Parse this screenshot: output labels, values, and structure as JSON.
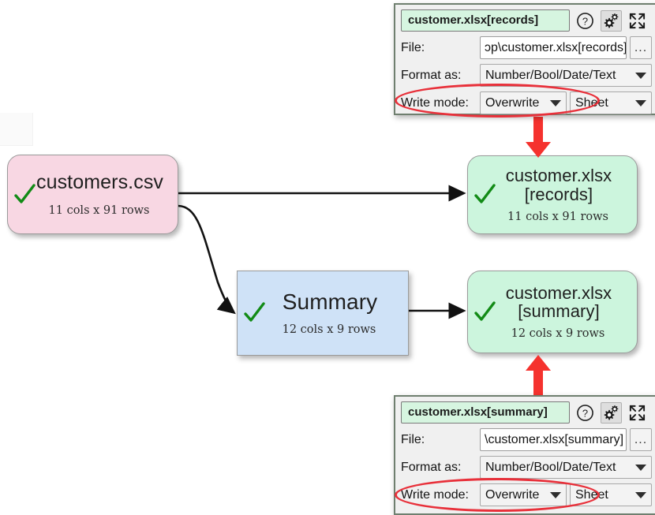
{
  "app": {
    "canvas_background": "#ffffff",
    "accent_red": "#f5322e",
    "annotation_red": "#e8303a",
    "check_green": "#128b16"
  },
  "nodes": [
    {
      "id": "customers-csv",
      "title": "customers.csv",
      "subtitle": "11 cols x 91 rows",
      "status_icon": "check-icon",
      "color": "#f8d7e3",
      "shape": "rounded"
    },
    {
      "id": "customer-xlsx-records",
      "title": "customer.xlsx\n[records]",
      "title_line1": "customer.xlsx",
      "title_line2": "[records]",
      "subtitle": "11 cols x 91 rows",
      "status_icon": "check-icon",
      "color": "#ccf5dd",
      "shape": "rounded"
    },
    {
      "id": "summary",
      "title": "Summary",
      "subtitle": "12 cols x 9 rows",
      "status_icon": "check-icon",
      "color": "#cfe2f7",
      "shape": "rectangle"
    },
    {
      "id": "customer-xlsx-summary",
      "title_line1": "customer.xlsx",
      "title_line2": "[summary]",
      "subtitle": "12 cols x 9 rows",
      "status_icon": "check-icon",
      "color": "#ccf5dd",
      "shape": "rounded"
    }
  ],
  "panels": [
    {
      "id": "records-panel",
      "title": "customer.xlsx[records]",
      "header_icons": [
        "help-icon",
        "gears-icon",
        "expand-icon"
      ],
      "rows": [
        {
          "label": "File:",
          "value": "ɔp\\customer.xlsx[records]",
          "browse_label": "..."
        },
        {
          "label": "Format as:",
          "value": "Number/Bool/Date/Text"
        },
        {
          "label": "Write mode:",
          "value": "Overwrite",
          "value2": "Sheet"
        }
      ]
    },
    {
      "id": "summary-panel",
      "title": "customer.xlsx[summary]",
      "header_icons": [
        "help-icon",
        "gears-icon",
        "expand-icon"
      ],
      "rows": [
        {
          "label": "File:",
          "value": "\\customer.xlsx[summary]",
          "browse_label": "..."
        },
        {
          "label": "Format as:",
          "value": "Number/Bool/Date/Text"
        },
        {
          "label": "Write mode:",
          "value": "Overwrite",
          "value2": "Sheet"
        }
      ]
    }
  ],
  "annotations": {
    "ellipse_top_target": "Write mode: Overwrite Sheet",
    "ellipse_bottom_target": "Write mode: Overwrite Sheet",
    "arrow_top_direction": "down",
    "arrow_bottom_direction": "up"
  }
}
